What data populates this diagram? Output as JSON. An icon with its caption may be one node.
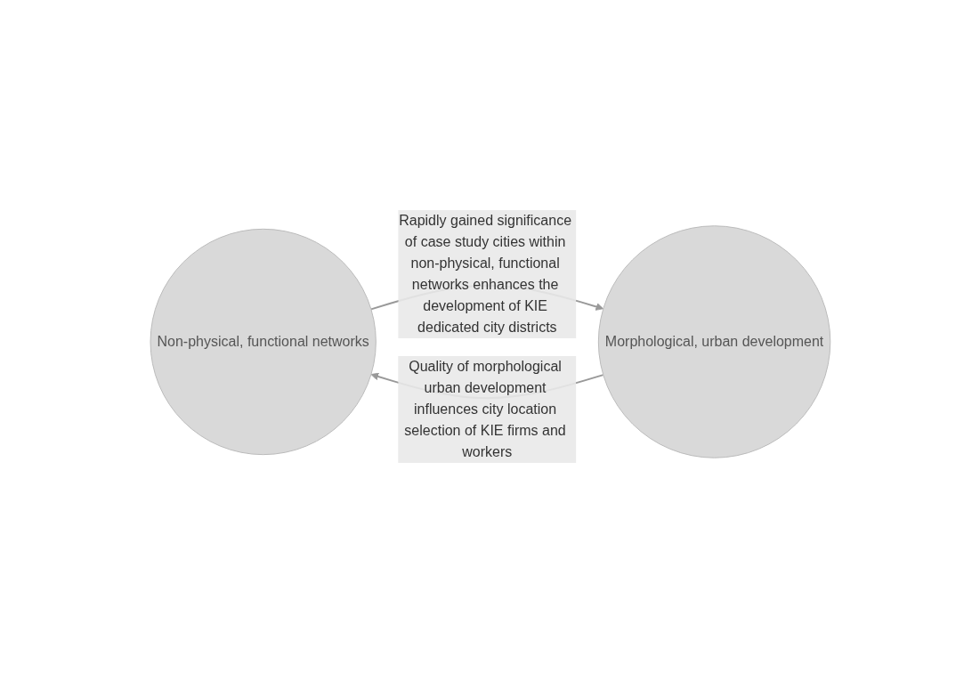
{
  "diagram": {
    "nodes": [
      {
        "text": [
          "Non-physical, functional networks"
        ]
      },
      {
        "text": [
          "Morphological, urban development"
        ]
      }
    ],
    "edges": [
      {
        "from": 0,
        "to": 1,
        "arrow": "to",
        "label": "Rapidly gained significance of case study cities within non-physical, functional networks enhances the development of KIE dedicated city districts"
      },
      {
        "from": 1,
        "to": 0,
        "arrow": "to",
        "label": "Quality of morphological urban development influences city location selection of KIE firms and workers"
      }
    ]
  }
}
